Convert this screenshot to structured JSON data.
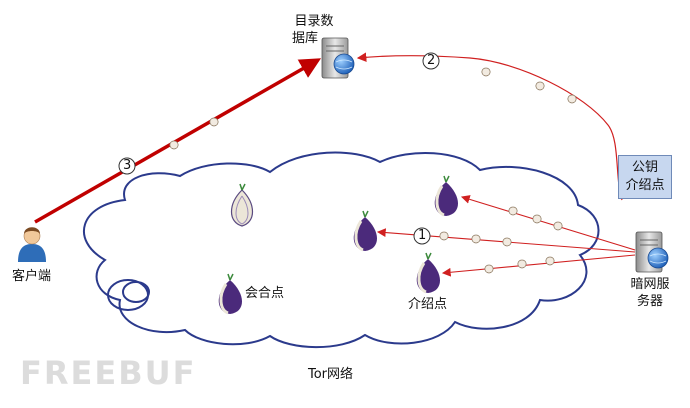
{
  "labels": {
    "directory": [
      "目录数",
      "据库"
    ],
    "client": "客户端",
    "hidden_server": [
      "暗网服",
      "务器"
    ],
    "rendezvous": "会合点",
    "intro_point": "介绍点",
    "public_key": [
      "公钥",
      "介绍点"
    ],
    "network": "Tor网络"
  },
  "steps": [
    "1",
    "2",
    "3"
  ],
  "watermark": "FREEBUF",
  "colors": {
    "cloud_stroke": "#2b3a8c",
    "arrow_red": "#d02020",
    "thick_line": "#c00000",
    "onion_purple": "#4b2a7b",
    "key_box": "#c7d7ef"
  },
  "icons": [
    "server-icon",
    "person-icon",
    "onion-icon",
    "garlic-icon",
    "globe-icon"
  ]
}
